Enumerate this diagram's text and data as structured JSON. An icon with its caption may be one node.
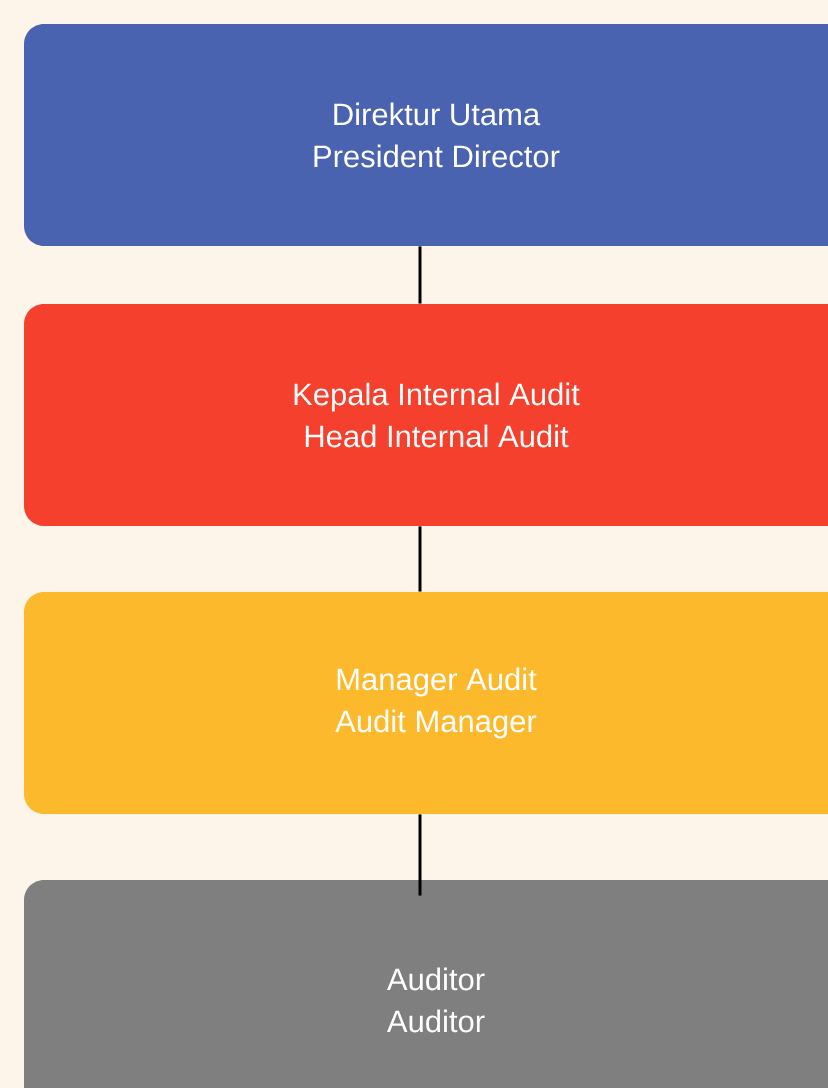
{
  "diagram": {
    "nodes": [
      {
        "text": [
          "Direktur Utama",
          "President Director"
        ]
      },
      {
        "text": [
          "Kepala Internal Audit",
          "Head Internal Audit"
        ]
      },
      {
        "text": [
          "Manager Audit",
          "Audit Manager"
        ]
      },
      {
        "text": [
          "Auditor",
          "Auditor"
        ]
      }
    ],
    "edges": [
      {
        "from": 0,
        "to": 1,
        "arrow": "none"
      },
      {
        "from": 1,
        "to": 2,
        "arrow": "none"
      },
      {
        "from": 2,
        "to": 3,
        "arrow": "none"
      }
    ]
  }
}
